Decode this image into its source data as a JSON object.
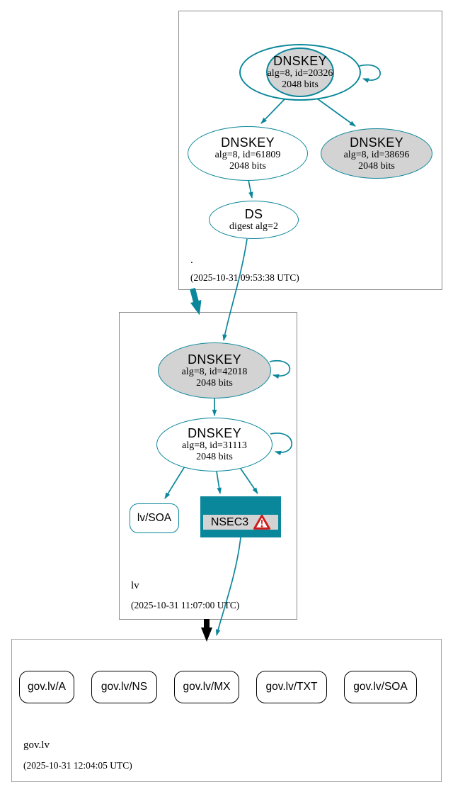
{
  "colors": {
    "secure": "#0a879a",
    "warning": "#cf1d1d",
    "node_fill": "#d3d3d3",
    "insecure": "#000000"
  },
  "zones": {
    "root": {
      "name": ".",
      "timestamp": "(2025-10-31 09:53:38 UTC)",
      "nodes": {
        "ksk": {
          "title": "DNSKEY",
          "attr1": "alg=8, id=20326",
          "attr2": "2048 bits"
        },
        "zsk": {
          "title": "DNSKEY",
          "attr1": "alg=8, id=61809",
          "attr2": "2048 bits"
        },
        "key2": {
          "title": "DNSKEY",
          "attr1": "alg=8, id=38696",
          "attr2": "2048 bits"
        },
        "ds": {
          "title": "DS",
          "attr1": "digest alg=2"
        }
      }
    },
    "lv": {
      "name": "lv",
      "timestamp": "(2025-10-31 11:07:00 UTC)",
      "nodes": {
        "ksk": {
          "title": "DNSKEY",
          "attr1": "alg=8, id=42018",
          "attr2": "2048 bits"
        },
        "zsk": {
          "title": "DNSKEY",
          "attr1": "alg=8, id=31113",
          "attr2": "2048 bits"
        },
        "soa": {
          "label": "lv/SOA"
        },
        "nsec3": {
          "label": "NSEC3",
          "warning_icon": "warning-triangle"
        }
      }
    },
    "govlv": {
      "name": "gov.lv",
      "timestamp": "(2025-10-31 12:04:05 UTC)",
      "rrsets": [
        {
          "label": "gov.lv/A"
        },
        {
          "label": "gov.lv/NS"
        },
        {
          "label": "gov.lv/MX"
        },
        {
          "label": "gov.lv/TXT"
        },
        {
          "label": "gov.lv/SOA"
        }
      ]
    }
  }
}
